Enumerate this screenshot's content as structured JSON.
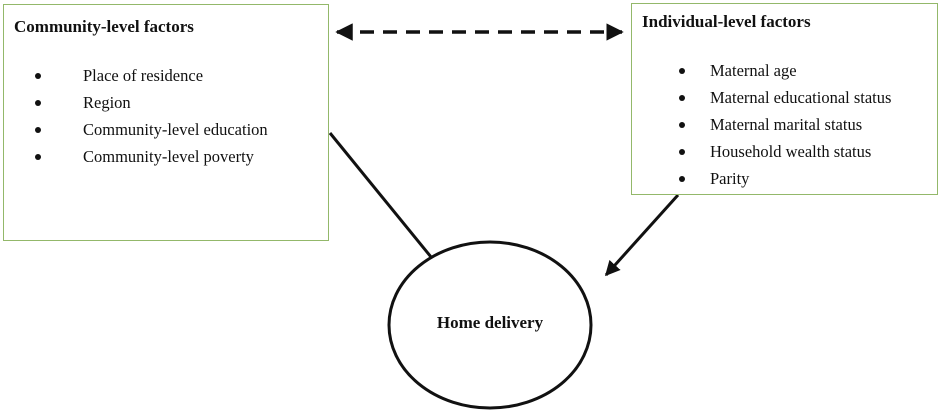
{
  "community": {
    "title": "Community-level factors",
    "items": [
      "Place of residence",
      "Region",
      "Community-level education",
      "Community-level poverty"
    ]
  },
  "individual": {
    "title": "Individual-level factors",
    "items": [
      "Maternal age",
      "Maternal educational status",
      "Maternal marital status",
      "Household wealth status",
      "Parity"
    ]
  },
  "outcome": {
    "label": "Home delivery"
  },
  "colors": {
    "box_border": "#93b86a",
    "arrow": "#111111",
    "text": "#111111"
  }
}
